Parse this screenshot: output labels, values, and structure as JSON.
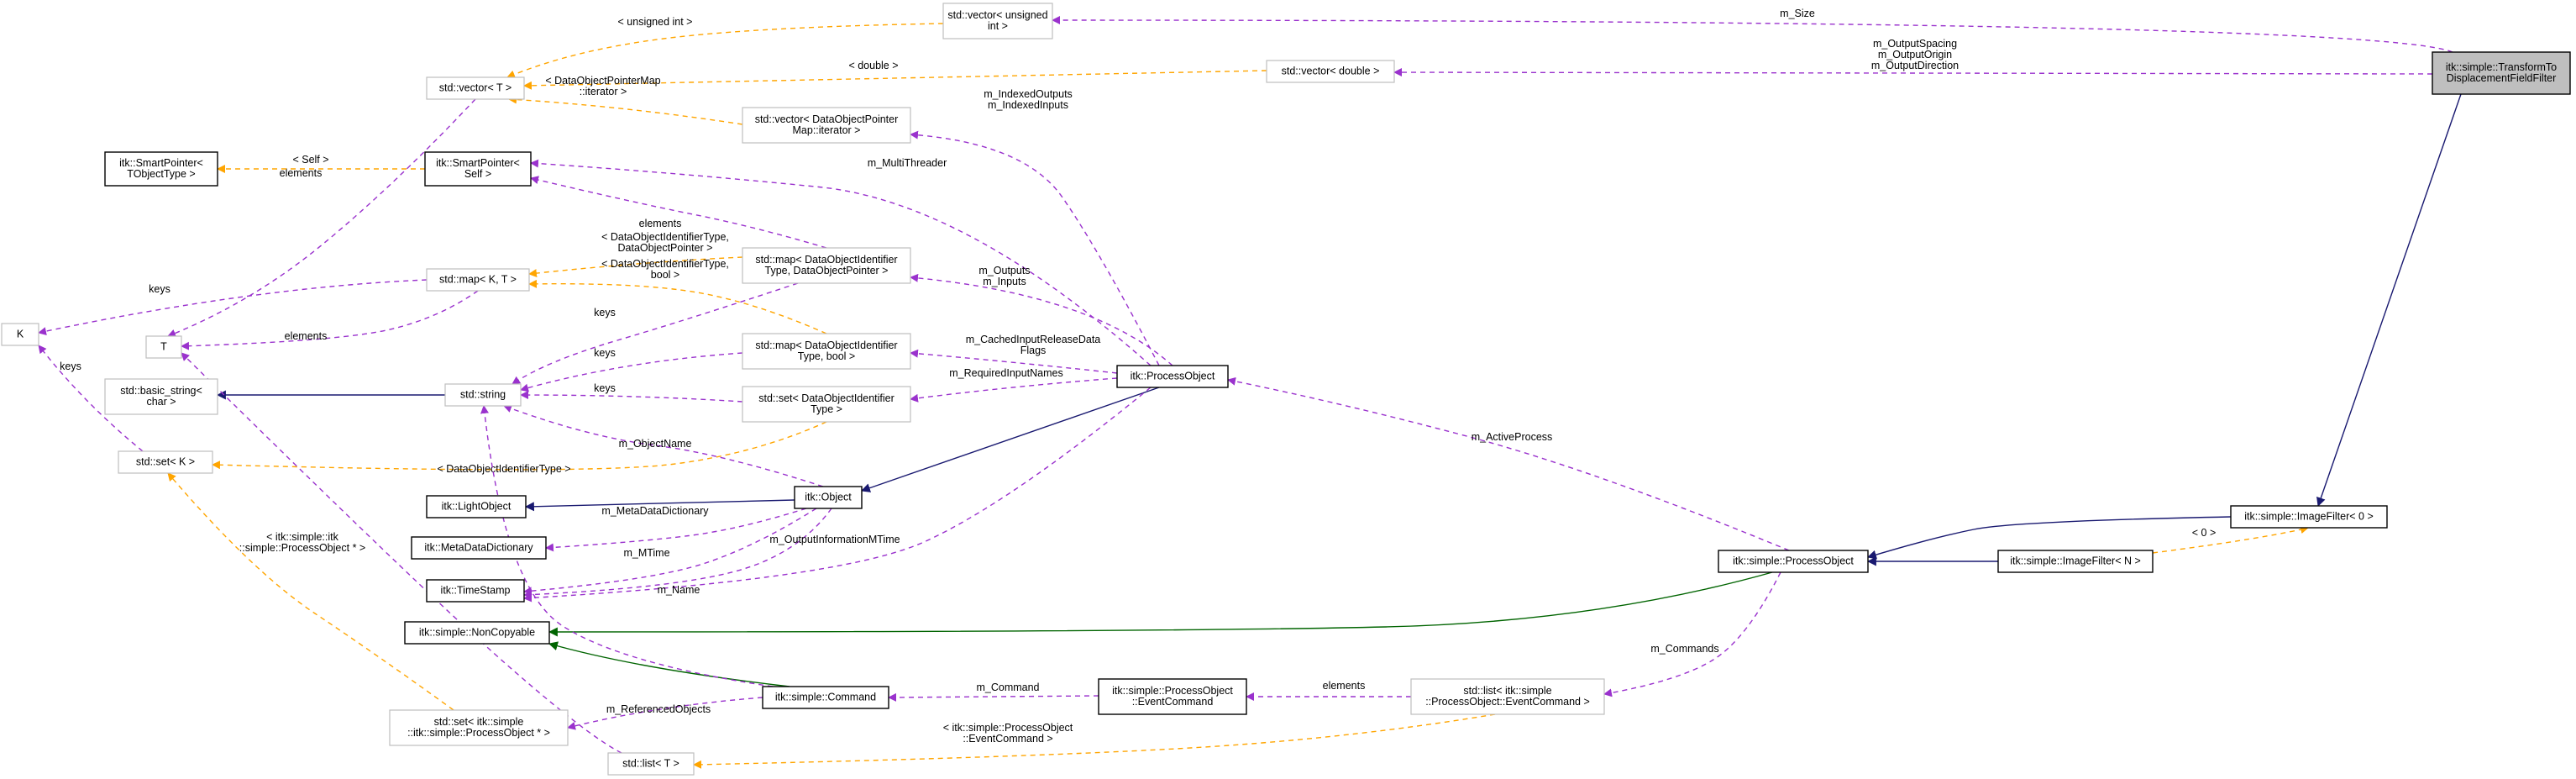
{
  "diagram": {
    "nodes": [
      {
        "id": "root",
        "lines": [
          "itk::simple::TransformTo",
          "DisplacementFieldFilter"
        ]
      },
      {
        "id": "vec_uint",
        "lines": [
          "std::vector< unsigned",
          "int >"
        ]
      },
      {
        "id": "vec_double",
        "lines": [
          "std::vector< double >"
        ]
      },
      {
        "id": "vec_T",
        "lines": [
          "std::vector< T >"
        ]
      },
      {
        "id": "vec_dopmi",
        "lines": [
          "std::vector< DataObjectPointer",
          "Map::iterator >"
        ]
      },
      {
        "id": "smart_T",
        "lines": [
          "itk::SmartPointer<",
          "TObjectType >"
        ]
      },
      {
        "id": "smart_self",
        "lines": [
          "itk::SmartPointer<",
          "Self >"
        ]
      },
      {
        "id": "map_dop",
        "lines": [
          "std::map< DataObjectIdentifier",
          "Type, DataObjectPointer >"
        ]
      },
      {
        "id": "map_KT",
        "lines": [
          "std::map< K, T >"
        ]
      },
      {
        "id": "K",
        "lines": [
          "K"
        ]
      },
      {
        "id": "T",
        "lines": [
          "T"
        ]
      },
      {
        "id": "map_bool",
        "lines": [
          "std::map< DataObjectIdentifier",
          "Type, bool >"
        ]
      },
      {
        "id": "basic_string",
        "lines": [
          "std::basic_string<",
          "char >"
        ]
      },
      {
        "id": "string",
        "lines": [
          "std::string"
        ]
      },
      {
        "id": "set_doi",
        "lines": [
          "std::set< DataObjectIdentifier",
          "Type >"
        ]
      },
      {
        "id": "process_object",
        "lines": [
          "itk::ProcessObject"
        ]
      },
      {
        "id": "set_K",
        "lines": [
          "std::set< K >"
        ]
      },
      {
        "id": "light_object",
        "lines": [
          "itk::LightObject"
        ]
      },
      {
        "id": "object",
        "lines": [
          "itk::Object"
        ]
      },
      {
        "id": "meta_dict",
        "lines": [
          "itk::MetaDataDictionary"
        ]
      },
      {
        "id": "timestamp",
        "lines": [
          "itk::TimeStamp"
        ]
      },
      {
        "id": "noncopyable",
        "lines": [
          "itk::simple::NonCopyable"
        ]
      },
      {
        "id": "set_spo",
        "lines": [
          "std::set< itk::simple",
          "::itk::simple::ProcessObject * >"
        ]
      },
      {
        "id": "command",
        "lines": [
          "itk::simple::Command"
        ]
      },
      {
        "id": "spo_event",
        "lines": [
          "itk::simple::ProcessObject",
          "::EventCommand"
        ]
      },
      {
        "id": "list_event",
        "lines": [
          "std::list< itk::simple",
          "::ProcessObject::EventCommand >"
        ]
      },
      {
        "id": "list_T",
        "lines": [
          "std::list< T >"
        ]
      },
      {
        "id": "spo",
        "lines": [
          "itk::simple::ProcessObject"
        ]
      },
      {
        "id": "imgfilter_0",
        "lines": [
          "itk::simple::ImageFilter< 0 >"
        ]
      },
      {
        "id": "imgfilter_N",
        "lines": [
          "itk::simple::ImageFilter< N >"
        ]
      }
    ],
    "edges": [
      {
        "id": "e_size",
        "lines": [
          "m_Size"
        ]
      },
      {
        "id": "e_origin",
        "lines": [
          "m_OutputSpacing",
          "m_OutputOrigin",
          "m_OutputDirection"
        ]
      },
      {
        "id": "e_root_if",
        "lines": []
      },
      {
        "id": "e_uint",
        "lines": [
          "< unsigned int >"
        ]
      },
      {
        "id": "e_double",
        "lines": [
          "< double >"
        ]
      },
      {
        "id": "e_dopmi",
        "lines": [
          "< DataObjectPointerMap",
          "::iterator >"
        ]
      },
      {
        "id": "e_vecT_T",
        "lines": [
          "elements"
        ]
      },
      {
        "id": "e_self",
        "lines": [
          "< Self >"
        ]
      },
      {
        "id": "e_indexed",
        "lines": [
          "m_IndexedOutputs",
          "m_IndexedInputs"
        ]
      },
      {
        "id": "e_multithreader",
        "lines": [
          "m_MultiThreader"
        ]
      },
      {
        "id": "e_mapdop_smart",
        "lines": [
          "elements"
        ]
      },
      {
        "id": "e_mapdop_mapKT",
        "lines": [
          "< DataObjectIdentifierType,",
          "DataObjectPointer >"
        ]
      },
      {
        "id": "e_mapbool_mapKT",
        "lines": [
          "< DataObjectIdentifierType,",
          "bool >"
        ]
      },
      {
        "id": "e_outputs",
        "lines": [
          "m_Outputs",
          "m_Inputs"
        ]
      },
      {
        "id": "e_mapKT_K",
        "lines": [
          "keys"
        ]
      },
      {
        "id": "e_mapKT_T",
        "lines": [
          "elements"
        ]
      },
      {
        "id": "e_mapdop_string",
        "lines": [
          "keys"
        ]
      },
      {
        "id": "e_mapbool_string",
        "lines": [
          "keys"
        ]
      },
      {
        "id": "e_cached",
        "lines": [
          "m_CachedInputReleaseData",
          "Flags"
        ]
      },
      {
        "id": "e_setdoi_string",
        "lines": [
          "keys"
        ]
      },
      {
        "id": "e_required",
        "lines": [
          "m_RequiredInputNames"
        ]
      },
      {
        "id": "e_string_basic",
        "lines": []
      },
      {
        "id": "e_setK_K",
        "lines": [
          "keys"
        ]
      },
      {
        "id": "e_setdoi_setK",
        "lines": [
          "< DataObjectIdentifierType >"
        ]
      },
      {
        "id": "e_objname",
        "lines": [
          "m_ObjectName"
        ]
      },
      {
        "id": "e_po_object",
        "lines": []
      },
      {
        "id": "e_activeprocess",
        "lines": [
          "m_ActiveProcess"
        ]
      },
      {
        "id": "e_object_light",
        "lines": []
      },
      {
        "id": "e_metadict",
        "lines": [
          "m_MetaDataDictionary"
        ]
      },
      {
        "id": "e_mtime",
        "lines": [
          "m_MTime"
        ]
      },
      {
        "id": "e_outputinfo",
        "lines": [
          "m_OutputInformationMTime"
        ]
      },
      {
        "id": "e_name",
        "lines": [
          "m_Name"
        ]
      },
      {
        "id": "e_spo_noncopy",
        "lines": []
      },
      {
        "id": "e_setspo_setK",
        "lines": [
          "< itk::simple::itk",
          "::simple::ProcessObject * >"
        ]
      },
      {
        "id": "e_command_noncopy",
        "lines": []
      },
      {
        "id": "e_command_string",
        "lines": []
      },
      {
        "id": "e_listT_T",
        "lines": []
      },
      {
        "id": "e_commanded",
        "lines": [
          "m_Command"
        ]
      },
      {
        "id": "e_referenced",
        "lines": [
          "m_ReferencedObjects"
        ]
      },
      {
        "id": "e_event_elements",
        "lines": [
          "elements"
        ]
      },
      {
        "id": "e_commands",
        "lines": [
          "m_Commands"
        ]
      },
      {
        "id": "e_listT_event",
        "lines": [
          "< itk::simple::ProcessObject",
          "::EventCommand >"
        ]
      },
      {
        "id": "e_if0_spo",
        "lines": []
      },
      {
        "id": "e_ifN_spo",
        "lines": []
      },
      {
        "id": "e_ifN_if0",
        "lines": [
          "< 0 >"
        ]
      }
    ]
  }
}
